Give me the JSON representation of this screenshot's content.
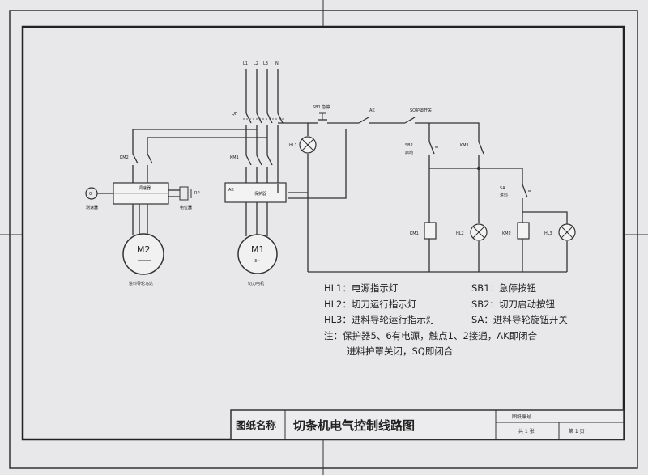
{
  "title_block": {
    "name_label": "图纸名称",
    "title": "切条机电气控制线路图",
    "drawing_no_label": "图纸编号",
    "sheets_total": "共 1 张",
    "sheet_no": "第 1 页"
  },
  "legend": {
    "hl1": "HL1：电源指示灯",
    "hl2": "HL2：切刀运行指示灯",
    "hl3": "HL3：进料导轮运行指示灯",
    "sb1": "SB1：急停按钮",
    "sb2": "SB2：切刀启动按钮",
    "sa": "SA：进料导轮旋钮开关",
    "note_line1": "注：保护器5、6有电源，触点1、2接通，AK即闭合",
    "note_line2": "进料护罩关闭，SQ即闭合"
  },
  "labels": {
    "l1": "L1",
    "l2": "L2",
    "l3": "L3",
    "n": "N",
    "qf": "QF",
    "km1": "KM1",
    "km2": "KM2",
    "sb1": "SB1 急停",
    "ak": "AK",
    "sq": "SQ护罩开关",
    "sb2": "SB2",
    "sb2_sub": "启动",
    "sa": "SA",
    "sa_sub": "进料",
    "hl1": "HL1",
    "hl2": "HL2",
    "hl3": "HL3",
    "speed_controller": "调速器",
    "protector": "保护器",
    "potentiometer": "电位器",
    "pot_tag": "RP",
    "tacho": "测速器",
    "m2": "M2",
    "m2_sub": "进料导轮马达",
    "m1": "M1",
    "m1_sub": "3~",
    "m1_name": "切刀电机",
    "tacho_sym": "G",
    "prot_ak": "AK"
  }
}
